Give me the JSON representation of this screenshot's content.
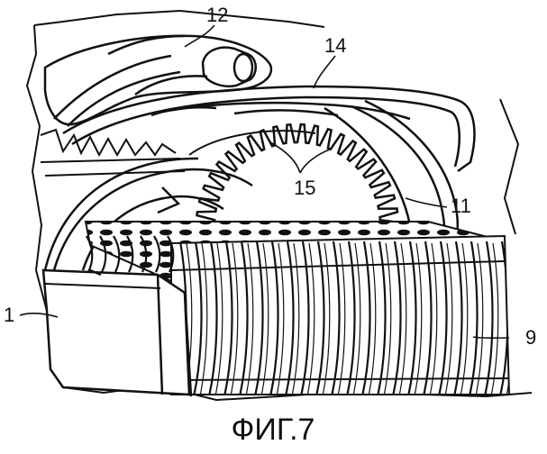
{
  "figure": {
    "caption": "ФИГ.7",
    "reference_numerals": {
      "part_1": "1",
      "part_9": "9",
      "part_11": "11",
      "part_12": "12",
      "part_14": "14",
      "part_15": "15"
    }
  }
}
